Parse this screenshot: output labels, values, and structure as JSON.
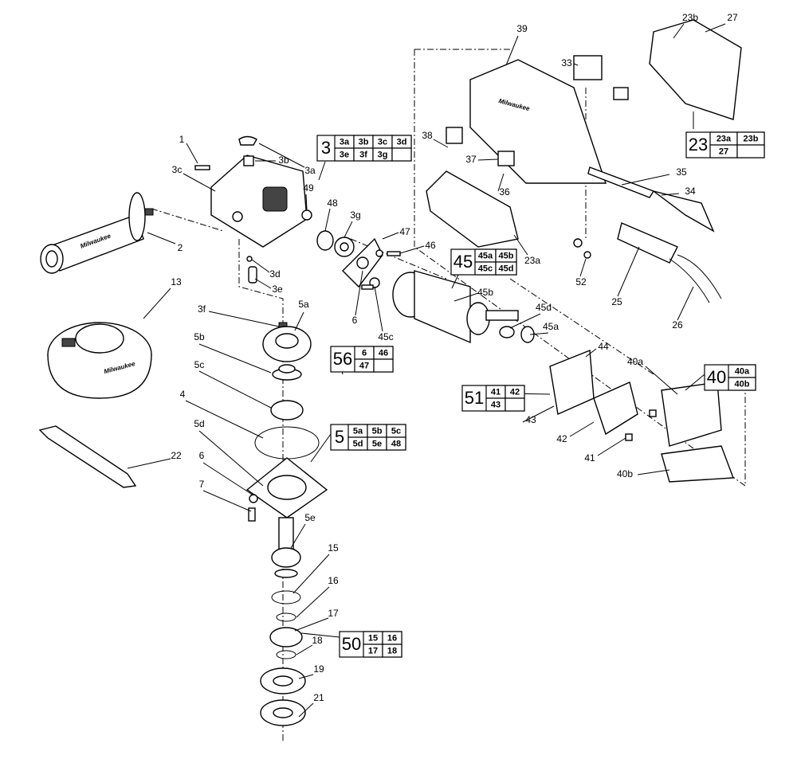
{
  "labels": [
    "1",
    "2",
    "3c",
    "3a",
    "3b",
    "49",
    "48",
    "3g",
    "47",
    "46",
    "3d",
    "3e",
    "13",
    "3f",
    "5a",
    "6",
    "45c",
    "5b",
    "5c",
    "4",
    "5d",
    "22",
    "6",
    "7",
    "5e",
    "15",
    "16",
    "17",
    "18",
    "19",
    "21",
    "39",
    "33",
    "23b",
    "27",
    "38",
    "37",
    "36",
    "35",
    "34",
    "23a",
    "52",
    "25",
    "26",
    "45b",
    "45d",
    "45a",
    "44",
    "40a",
    "43",
    "42",
    "41",
    "40b"
  ],
  "groups": {
    "g3": {
      "main": "3",
      "cells": [
        "3a",
        "3b",
        "3c",
        "3d",
        "3e",
        "3f",
        "3g",
        ""
      ]
    },
    "g45": {
      "main": "45",
      "cells": [
        "45a",
        "45b",
        "45c",
        "45d"
      ]
    },
    "g23": {
      "main": "23",
      "cells": [
        "23a",
        "23b",
        "27",
        ""
      ]
    },
    "g56": {
      "main": "56",
      "cells": [
        "6",
        "46",
        "47",
        ""
      ]
    },
    "g51": {
      "main": "51",
      "cells": [
        "41",
        "42",
        "43",
        ""
      ]
    },
    "g40": {
      "main": "40",
      "cells": [
        "40a",
        "40b"
      ]
    },
    "g5": {
      "main": "5",
      "cells": [
        "5a",
        "5b",
        "5c",
        "5d",
        "5e",
        "48"
      ]
    },
    "g50": {
      "main": "50",
      "cells": [
        "15",
        "16",
        "17",
        "18"
      ]
    }
  },
  "brand_marks": {
    "handle": "Milwaukee",
    "housing": "Milwaukee",
    "guard": "Milwaukee"
  }
}
